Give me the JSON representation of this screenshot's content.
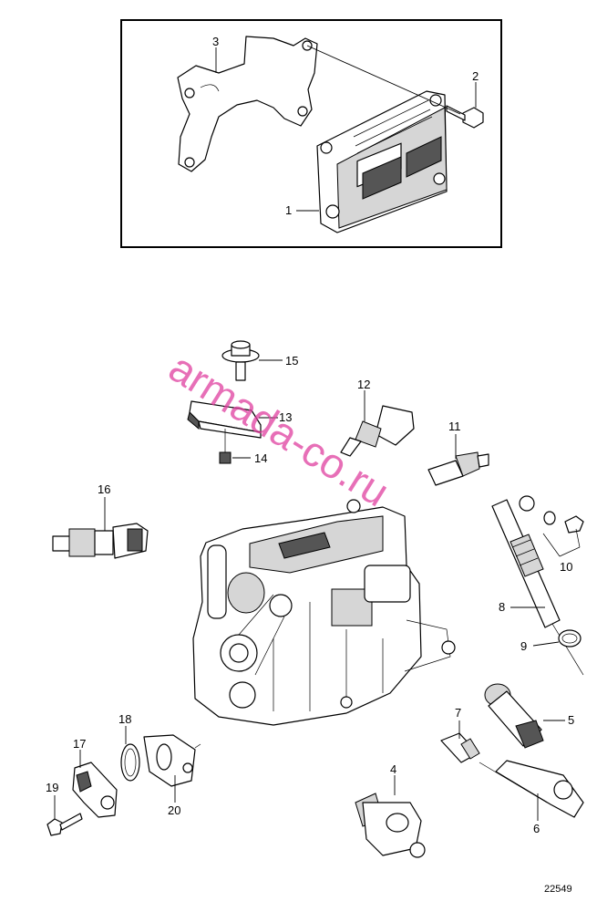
{
  "diagram": {
    "callouts": [
      {
        "id": "1",
        "text": "1"
      },
      {
        "id": "2",
        "text": "2"
      },
      {
        "id": "3",
        "text": "3"
      },
      {
        "id": "4",
        "text": "4"
      },
      {
        "id": "5",
        "text": "5"
      },
      {
        "id": "6",
        "text": "6"
      },
      {
        "id": "7",
        "text": "7"
      },
      {
        "id": "8",
        "text": "8"
      },
      {
        "id": "9",
        "text": "9"
      },
      {
        "id": "10",
        "text": "10"
      },
      {
        "id": "11",
        "text": "11"
      },
      {
        "id": "12",
        "text": "12"
      },
      {
        "id": "13",
        "text": "13"
      },
      {
        "id": "14",
        "text": "14"
      },
      {
        "id": "15",
        "text": "15"
      },
      {
        "id": "16",
        "text": "16"
      },
      {
        "id": "17",
        "text": "17"
      },
      {
        "id": "18",
        "text": "18"
      },
      {
        "id": "19",
        "text": "19"
      },
      {
        "id": "20",
        "text": "20"
      }
    ],
    "watermark": "armada-co.ru",
    "reference_number": "22549"
  }
}
